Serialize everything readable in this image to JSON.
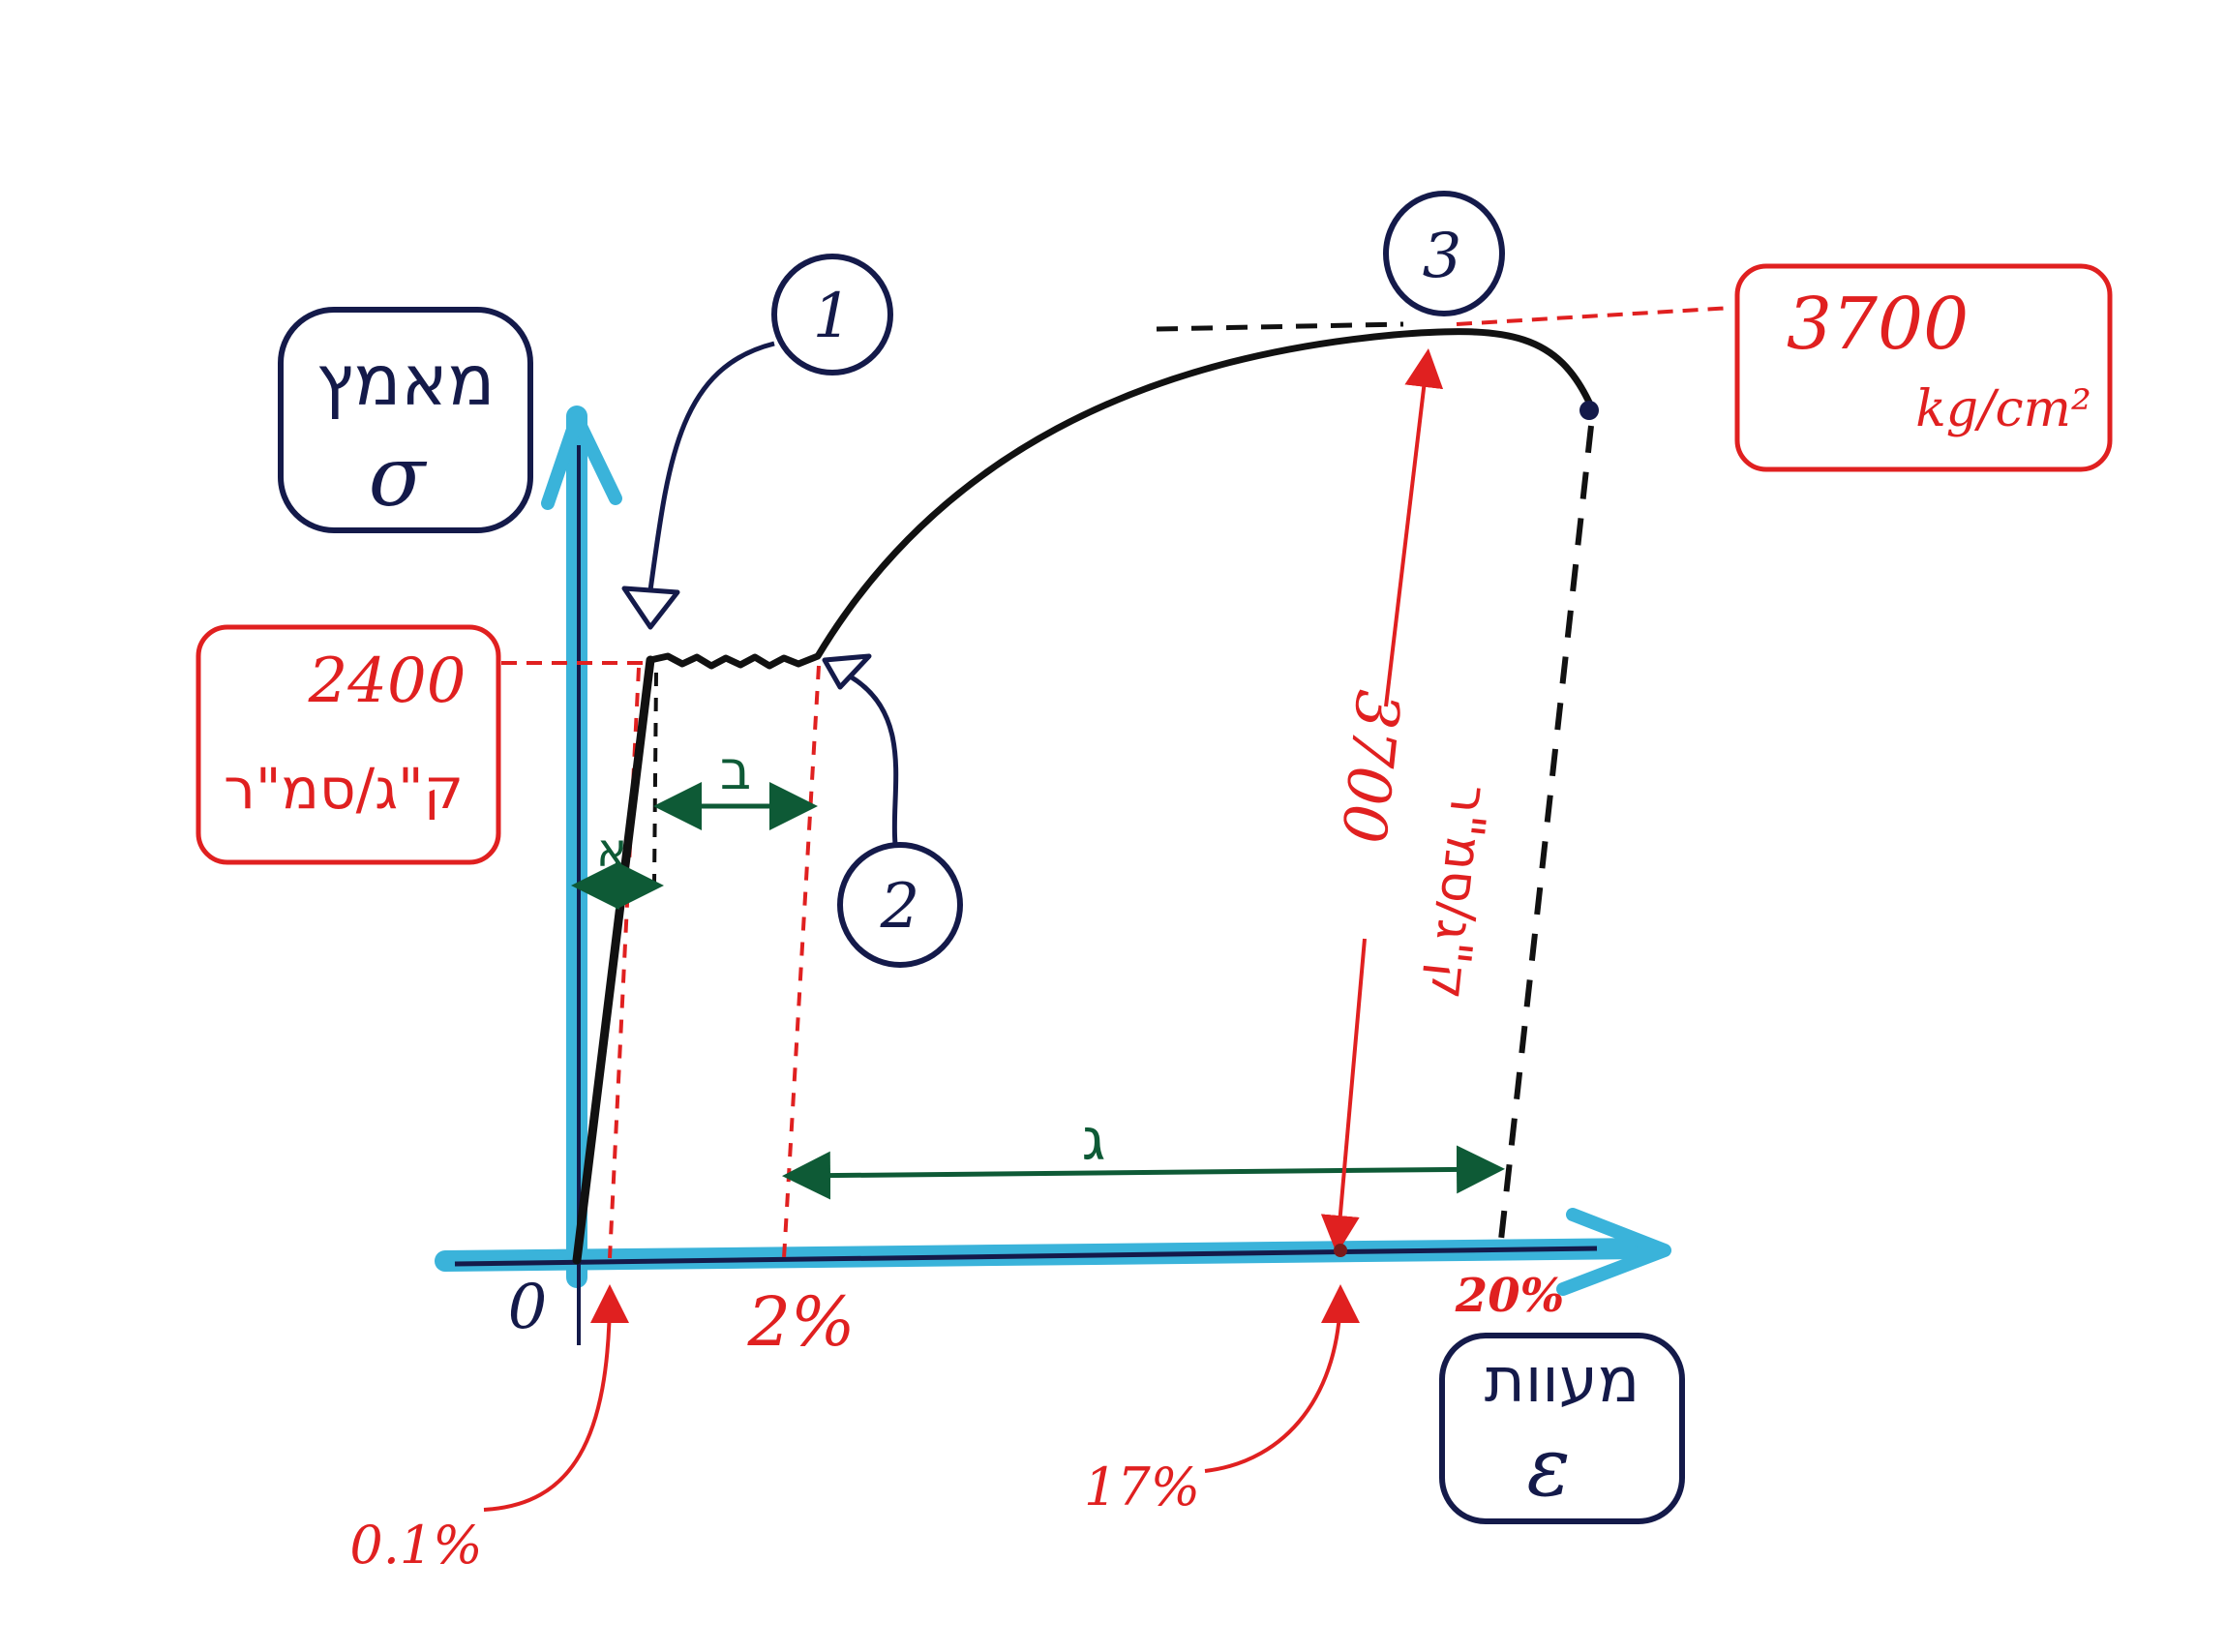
{
  "colors": {
    "axis": "#3ab3da",
    "curve": "#111111",
    "annotation": "#e02020",
    "ink": "#141a4a",
    "dimension": "#0e5a36"
  },
  "y_axis": {
    "title": "מאמץ",
    "symbol": "σ"
  },
  "x_axis": {
    "title": "מעוות",
    "symbol": "ε",
    "origin_label": "0"
  },
  "yield_box": {
    "value": "2400",
    "unit": "ק\"ג/סמ\"ר"
  },
  "ultimate_box": {
    "value": "3700",
    "unit": "kg/cm²"
  },
  "ultimate_vertical": {
    "value": "3700",
    "unit": "ק\"ג/סמ\"ר"
  },
  "points": {
    "p1": "1",
    "p2": "2",
    "p3": "3"
  },
  "regions": {
    "a": "א",
    "b": "ב",
    "c": "ג"
  },
  "strain_labels": {
    "s01": "0.1%",
    "s2": "2%",
    "s17": "17%",
    "s20": "20%"
  }
}
